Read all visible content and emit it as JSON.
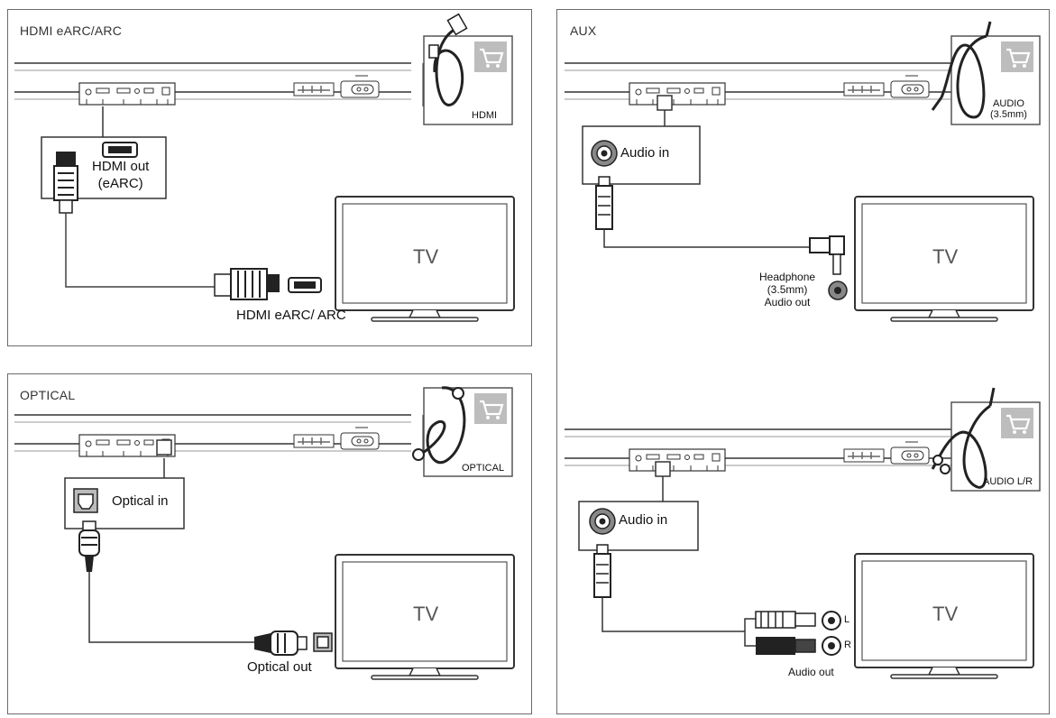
{
  "panels": {
    "hdmi": {
      "title": "HDMI eARC/ARC",
      "soundbar_port_label": "HDMI out\n(eARC)",
      "tv_port_label": "HDMI eARC/ ARC",
      "tv_label": "TV",
      "kit_label": "HDMI"
    },
    "optical": {
      "title": "OPTICAL",
      "soundbar_port_label": "Optical in",
      "tv_port_label": "Optical out",
      "tv_label": "TV",
      "kit_label": "OPTICAL"
    },
    "aux": {
      "title": "AUX",
      "soundbar_port_label": "Audio in",
      "tv_port_label": "Headphone\n(3.5mm)\nAudio out",
      "tv_label": "TV",
      "kit_label": "AUDIO\n(3.5mm)"
    },
    "aux_lr": {
      "soundbar_port_label": "Audio in",
      "tv_port_label": "Audio out",
      "channel_left": "L",
      "channel_right": "R",
      "tv_label": "TV",
      "kit_label": "AUDIO L/R"
    }
  },
  "icons": {
    "cart": "shopping-cart-icon",
    "tv": "tv-icon",
    "soundbar": "soundbar-icon",
    "hdmi_plug": "hdmi-plug-icon",
    "optical_plug": "optical-plug-icon",
    "jack": "audio-jack-icon",
    "rca": "rca-plug-icon"
  },
  "colors": {
    "panel_border": "#6b6b6b",
    "line": "#333333",
    "cart_bg": "#bdbdbd"
  }
}
